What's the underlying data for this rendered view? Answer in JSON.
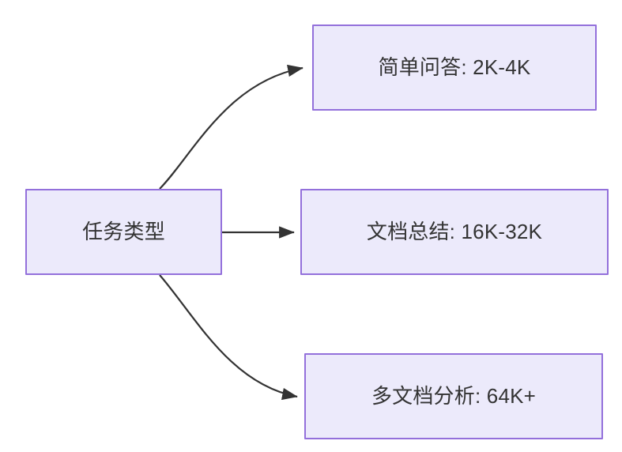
{
  "diagram": {
    "type": "flowchart",
    "direction": "left-to-right",
    "colors": {
      "node_fill": "#ECEAFB",
      "node_border": "#9370DB",
      "text": "#333333",
      "edge": "#333333",
      "background": "#FFFFFF"
    },
    "nodes": [
      {
        "id": "source",
        "label": "任务类型",
        "role": "root"
      },
      {
        "id": "simple",
        "label": "简单问答: 2K-4K",
        "role": "leaf"
      },
      {
        "id": "doc",
        "label": "文档总结: 16K-32K",
        "role": "leaf"
      },
      {
        "id": "multidoc",
        "label": "多文档分析: 64K+",
        "role": "leaf"
      }
    ],
    "edges": [
      {
        "from": "source",
        "to": "simple",
        "style": "curved",
        "arrow": "arrowhead-icon"
      },
      {
        "from": "source",
        "to": "doc",
        "style": "straight",
        "arrow": "arrowhead-icon"
      },
      {
        "from": "source",
        "to": "multidoc",
        "style": "curved",
        "arrow": "arrowhead-icon"
      }
    ]
  }
}
